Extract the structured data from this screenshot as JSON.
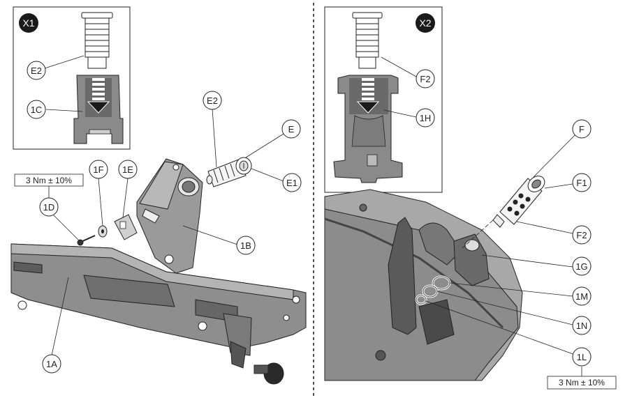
{
  "left_panel": {
    "inset": {
      "badge": "X1",
      "callouts": [
        "E2",
        "1C"
      ]
    },
    "callouts": [
      "E2",
      "E",
      "E1",
      "1F",
      "1E",
      "1D",
      "1B",
      "1A"
    ],
    "torque": "3 Nm ± 10%"
  },
  "right_panel": {
    "inset": {
      "badge": "X2",
      "callouts": [
        "F2",
        "1H"
      ]
    },
    "callouts": [
      "F",
      "F1",
      "F2",
      "1G",
      "1M",
      "1N",
      "1L"
    ],
    "torque": "3 Nm ± 10%"
  }
}
